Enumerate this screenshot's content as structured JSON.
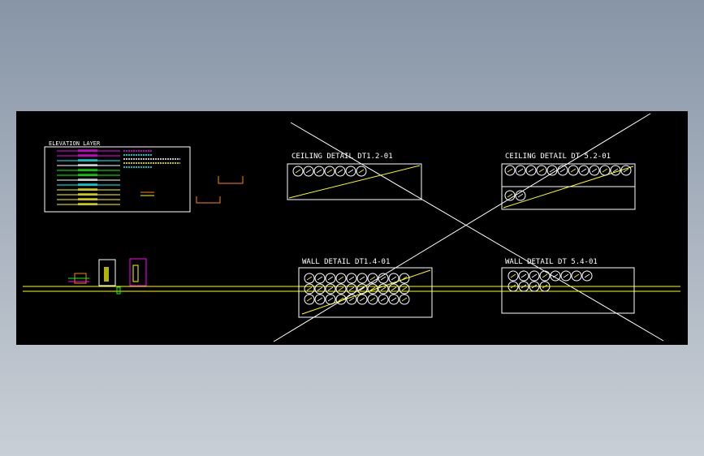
{
  "app": {
    "background": "#8e9aab",
    "canvas_color": "#000000"
  },
  "legend": {
    "title": "ELEVATION LAYER",
    "colors": [
      "#ff00ff",
      "#ff00ff",
      "#00ffff",
      "#ffffff",
      "#00ff00",
      "#00ff00",
      "#ffffff",
      "#00ffff",
      "#ffff00",
      "#ffff00",
      "#ffff00",
      "#ffff00"
    ],
    "note_colors": [
      "#ff00ff",
      "#00ffff",
      "#ffffff",
      "#ffff00",
      "#00ffff"
    ]
  },
  "details": [
    {
      "title": "CEILING DETAIL DT1.2-01",
      "rows": [
        7
      ],
      "color": "#ffffff"
    },
    {
      "title": "CEILING DETAIL DT 5.2-01",
      "rows": [
        12,
        2
      ],
      "color": "#ffffff"
    },
    {
      "title": "WALL DETAIL DT1.4-01",
      "rows": [
        10,
        10,
        10
      ],
      "color": "#ffffff"
    },
    {
      "title": "WALL DETAIL DT 5.4-01",
      "rows": [
        8,
        4
      ],
      "color": "#ffffff"
    }
  ],
  "colors": {
    "line": "#ffffff",
    "accent": "#ffff00",
    "green": "#00ff00",
    "magenta": "#ff00ff",
    "orange": "#ff8800"
  }
}
